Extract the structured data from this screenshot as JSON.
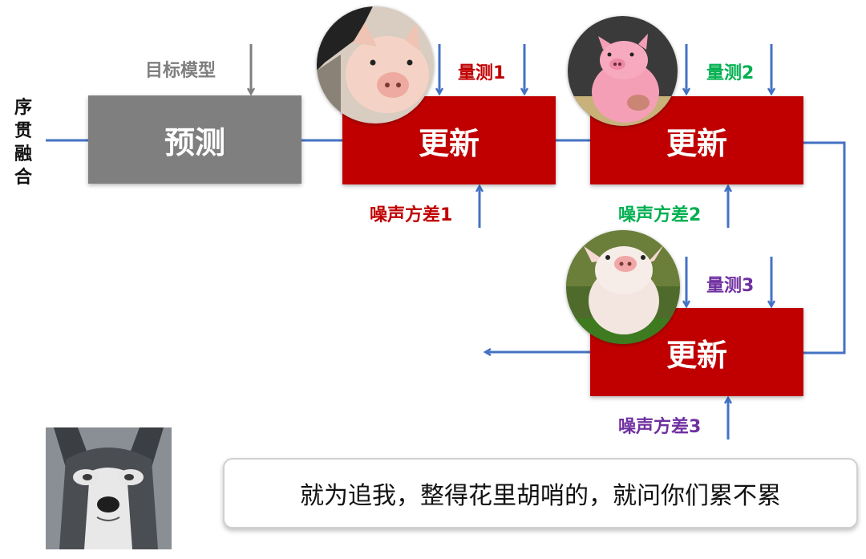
{
  "side_label": [
    "序",
    "贯",
    "融",
    "合"
  ],
  "target_model": "目标模型",
  "boxes": {
    "predict": "预测",
    "update1": "更新",
    "update2": "更新",
    "update3": "更新"
  },
  "labels": {
    "measure1": "量测1",
    "measure2": "量测2",
    "measure3": "量测3",
    "noise1": "噪声方差1",
    "noise2": "噪声方差2",
    "noise3": "噪声方差3"
  },
  "speech": "就为追我，整得花里胡哨的，就问你们累不累",
  "colors": {
    "line": "#4472c4",
    "red_box": "#c00000",
    "gray_box": "#7f7f7f",
    "label_red": "#c00000",
    "label_green": "#00b050",
    "label_purple": "#7030a0",
    "label_gray": "#7f7f7f"
  },
  "icons": [
    "pig-photo-icon",
    "cartoon-pig-icon",
    "piglet-photo-icon",
    "husky-dog-icon"
  ]
}
